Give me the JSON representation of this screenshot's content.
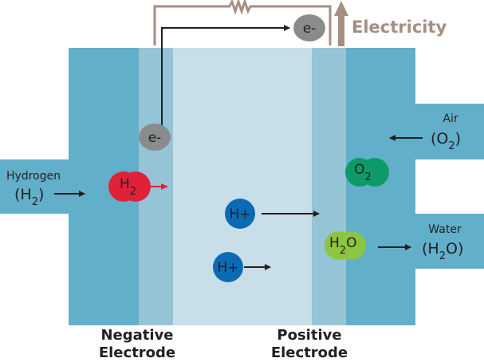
{
  "colors": {
    "electrode": "#62afca",
    "catalyst": "#95c4d6",
    "electrolyte": "#c8dfe9",
    "circuit": "#a68e83",
    "electron": "#8a8b8d",
    "hydrogen": "#e0213a",
    "proton": "#0a6bb3",
    "oxygen": "#0e9a68",
    "water": "#8cc540",
    "arrow": "#231f20"
  },
  "circuit": {
    "label": "Electricity",
    "icons": [
      "resistor-icon",
      "arrow-up-icon"
    ]
  },
  "electron_label": "e-",
  "inputs": {
    "hydrogen": {
      "name": "Hydrogen",
      "formula_open": "(H",
      "formula_sub": "2",
      "formula_close": ")"
    },
    "air": {
      "name": "Air",
      "formula_open": "(O",
      "formula_sub": "2",
      "formula_close": ")"
    }
  },
  "outputs": {
    "water": {
      "name": "Water",
      "formula_open": "(H",
      "formula_sub": "2",
      "formula_close": "O)"
    }
  },
  "molecules": {
    "h2": {
      "main": "H",
      "sub": "2"
    },
    "o2": {
      "main": "O",
      "sub": "2"
    },
    "h2o": {
      "main": "H",
      "sub": "2",
      "tail": "O"
    },
    "proton": "H+"
  },
  "electrodes": {
    "negative": {
      "line1": "Negative",
      "line2": "Electrode"
    },
    "positive": {
      "line1": "Positive",
      "line2": "Electrode"
    }
  }
}
